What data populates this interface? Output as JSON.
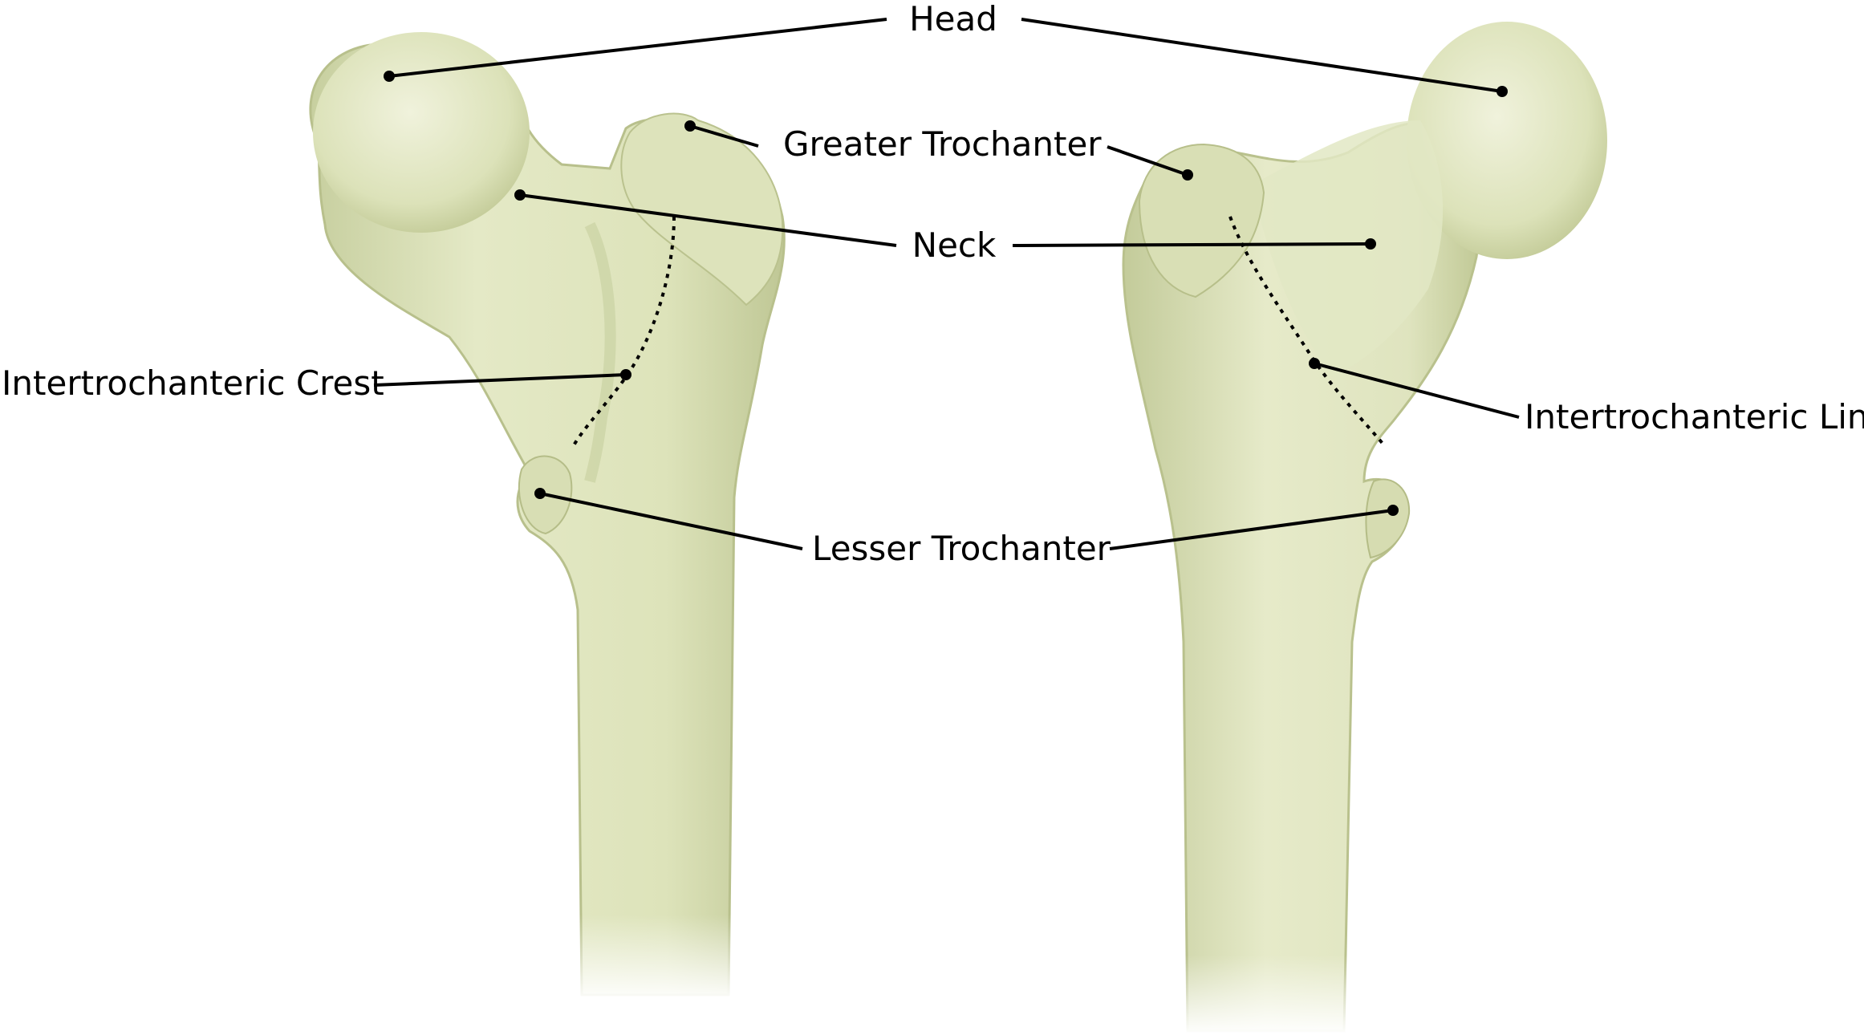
{
  "labels": {
    "head": "Head",
    "greater_trochanter": "Greater Trochanter",
    "neck": "Neck",
    "intertrochanteric_crest": "Intertrochanteric Crest",
    "intertrochanteric_line": "Intertrochanteric Line",
    "lesser_trochanter": "Lesser Trochanter"
  },
  "colors": {
    "bone_fill": "#dfe5bf",
    "bone_shade": "#c4cc9c",
    "bone_highlight": "#eef1d8",
    "leader_line": "#000000",
    "background": "#ffffff"
  },
  "views": [
    "posterior-view",
    "anterior-view"
  ]
}
